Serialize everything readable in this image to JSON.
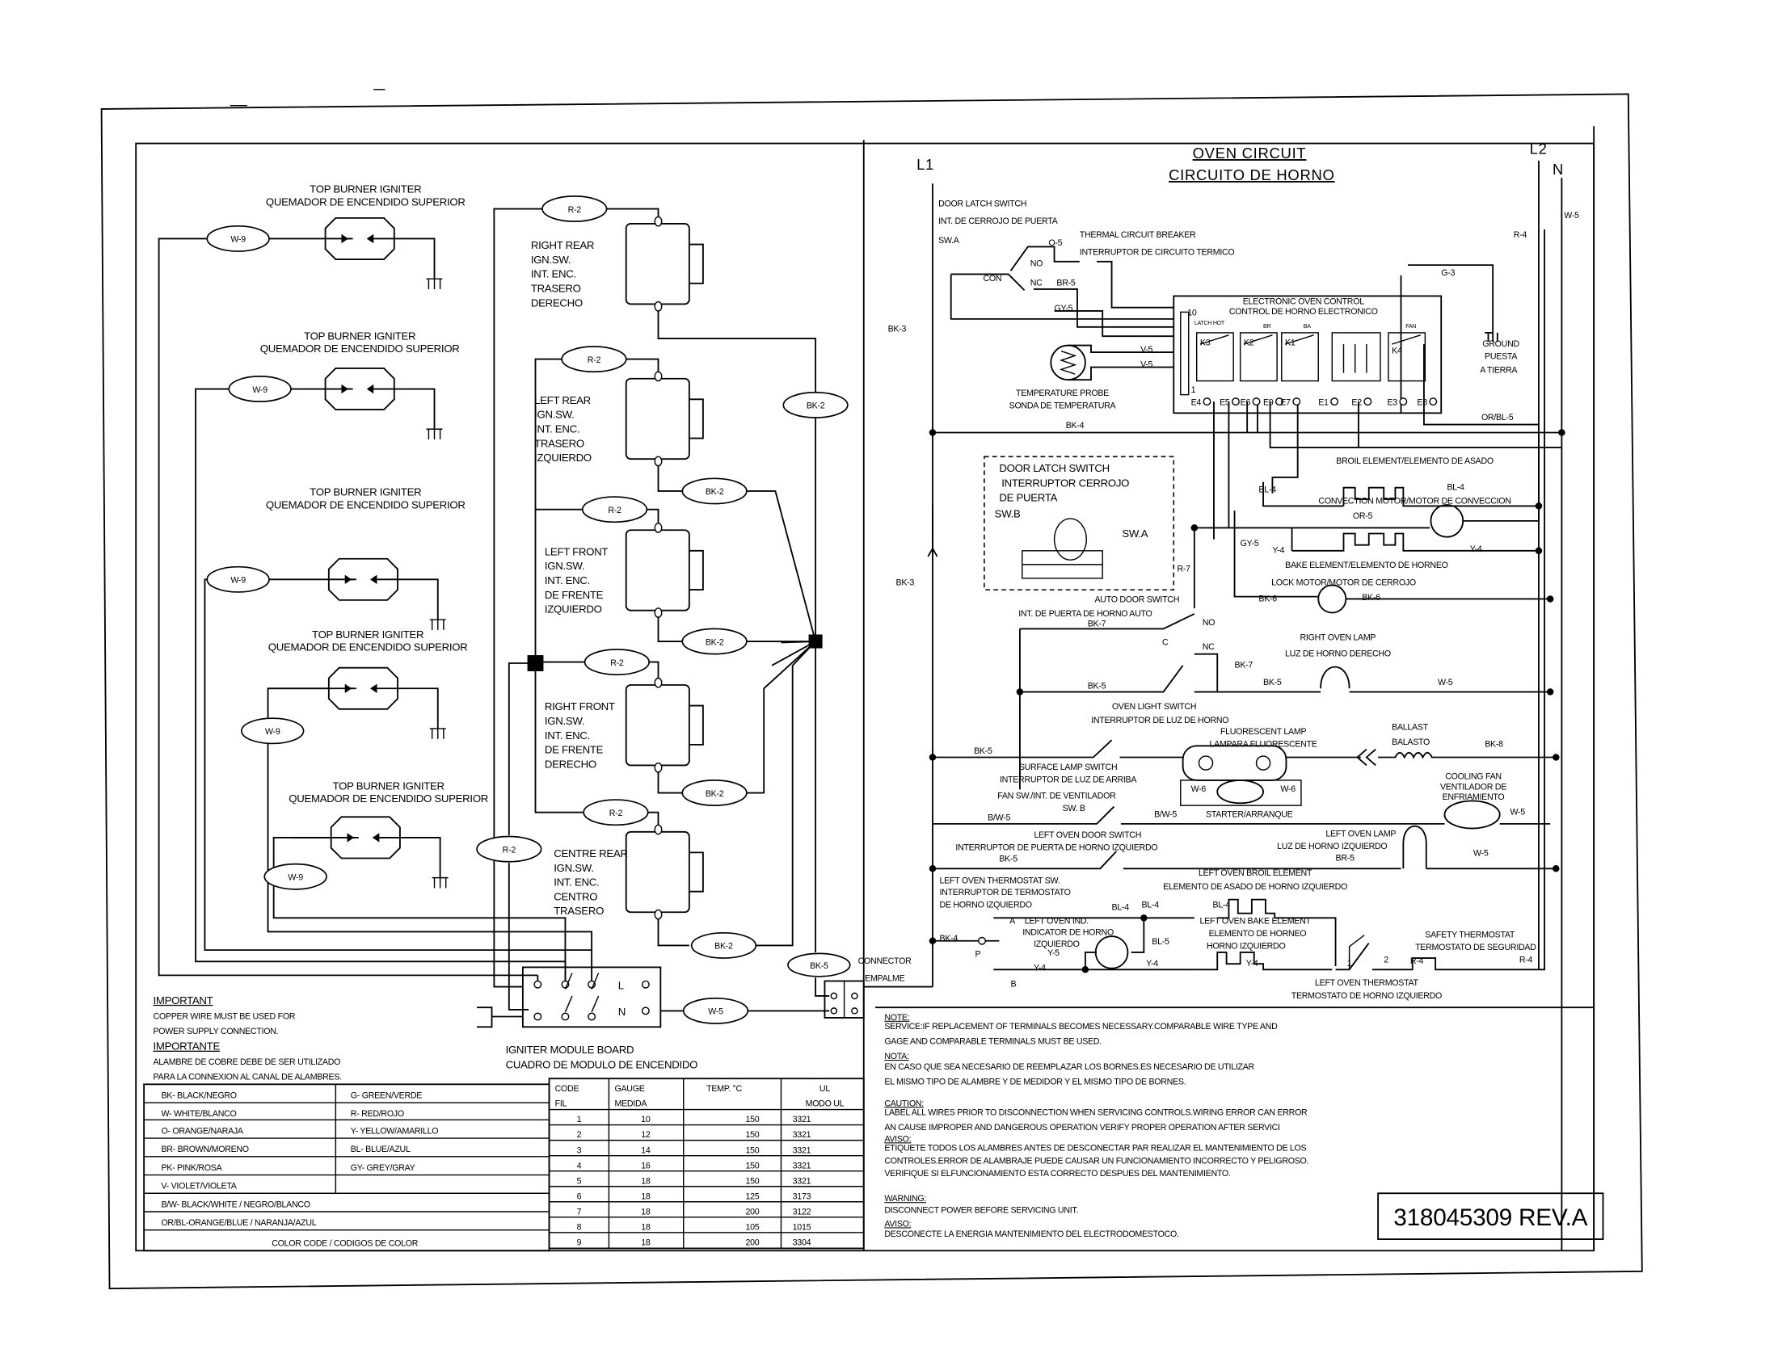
{
  "left": {
    "igniters": [
      {
        "title": "TOP BURNER IGNITER",
        "subtitle": "QUEMADOR DE ENCENDIDO SUPERIOR",
        "wire": "W-9"
      },
      {
        "title": "TOP BURNER IGNITER",
        "subtitle": "QUEMADOR DE ENCENDIDO SUPERIOR",
        "wire": "W-9"
      },
      {
        "title": "TOP BURNER IGNITER",
        "subtitle": "QUEMADOR DE ENCENDIDO SUPERIOR",
        "wire": "W-9"
      },
      {
        "title": "TOP BURNER IGNITER",
        "subtitle": "QUEMADOR DE ENCENDIDO SUPERIOR",
        "wire": "W-9"
      },
      {
        "title": "TOP BURNER IGNITER",
        "subtitle": "QUEMADOR DE ENCENDIDO SUPERIOR",
        "wire": "W-9"
      }
    ],
    "switches": [
      {
        "lines": [
          "RIGHT REAR",
          "IGN.SW.",
          "INT. ENC.",
          "TRASERO",
          "DERECHO"
        ],
        "wire_in": "R-2",
        "wire_out": "BK-2"
      },
      {
        "lines": [
          "LEFT REAR",
          "IGN.SW.",
          "INT. ENC.",
          "TRASERO",
          "IZQUIERDO"
        ],
        "wire_in": "R-2",
        "wire_out": "BK-2"
      },
      {
        "lines": [
          "LEFT FRONT",
          "IGN.SW.",
          "INT. ENC.",
          "DE FRENTE",
          "IZQUIERDO"
        ],
        "wire_in": "R-2",
        "wire_out": "BK-2"
      },
      {
        "lines": [
          "RIGHT FRONT",
          "IGN.SW.",
          "INT. ENC.",
          "DE FRENTE",
          "DERECHO"
        ],
        "wire_in": "R-2",
        "wire_out": "BK-2"
      },
      {
        "lines": [
          "CENTRE REAR",
          "IGN.SW.",
          "INT. ENC.",
          "CENTRO",
          "TRASERO"
        ],
        "wire_in": "R-2",
        "wire_out": "BK-2"
      }
    ],
    "feed_wire": "R-2",
    "module": {
      "title": "IGNITER MODULE BOARD",
      "subtitle": "CUADRO DE MODULO DE ENCENDIDO",
      "l": "L",
      "n": "N",
      "wire": "W-5"
    },
    "connector": {
      "wire": "BK-5",
      "label": "CONNECTOR",
      "label_es": "EMPALME"
    }
  },
  "important": {
    "title": "IMPORTANT",
    "line1": "COPPER WIRE MUST BE USED FOR",
    "line2": "POWER SUPPLY CONNECTION.",
    "title_es": "IMPORTANTE",
    "line1_es": "ALAMBRE DE COBRE DEBE DE SER UTILIZADO",
    "line2_es": "PARA LA CONNEXION AL CANAL DE ALAMBRES."
  },
  "color_code": {
    "pairs": [
      [
        "BK- BLACK/NEGRO",
        "G-  GREEN/VERDE"
      ],
      [
        "W- WHITE/BLANCO",
        "R- RED/ROJO"
      ],
      [
        "O- ORANGE/NARAJA",
        "Y- YELLOW/AMARILLO"
      ],
      [
        "BR- BROWN/MORENO",
        "BL- BLUE/AZUL"
      ],
      [
        "PK- PINK/ROSA",
        "GY- GREY/GRAY"
      ],
      [
        "V- VIOLET/VIOLETA",
        ""
      ]
    ],
    "wide": [
      "B/W- BLACK/WHITE / NEGRO/BLANCO",
      "OR/BL-ORANGE/BLUE / NARANJA/AZUL"
    ],
    "footer": "COLOR CODE / CODIGOS DE COLOR"
  },
  "gauge_table": {
    "headers": [
      [
        "CODE",
        "FIL"
      ],
      [
        "GAUGE",
        "MEDIDA"
      ],
      [
        "TEMP. °C",
        ""
      ],
      [
        "UL",
        "MODO UL"
      ]
    ],
    "rows": [
      [
        "1",
        "10",
        "150",
        "3321"
      ],
      [
        "2",
        "12",
        "150",
        "3321"
      ],
      [
        "3",
        "14",
        "150",
        "3321"
      ],
      [
        "4",
        "16",
        "150",
        "3321"
      ],
      [
        "5",
        "18",
        "150",
        "3321"
      ],
      [
        "6",
        "18",
        "125",
        "3173"
      ],
      [
        "7",
        "18",
        "200",
        "3122"
      ],
      [
        "8",
        "18",
        "105",
        "1015"
      ],
      [
        "9",
        "18",
        "200",
        "3304"
      ]
    ]
  },
  "oven": {
    "title": "OVEN CIRCUIT",
    "title_es": "CIRCUITO DE HORNO",
    "l1": "L1",
    "l2": "L2",
    "n": "N",
    "door_latch": "DOOR LATCH SWITCH",
    "door_latch_es": "INT. DE CERROJO DE PUERTA",
    "sw_a": "SW.A",
    "tcb": "THERMAL CIRCUIT BREAKER",
    "tcb_es": "INTERRUPTOR DE CIRCUITO TERMICO",
    "o5": "O-5",
    "no": "NO",
    "con": "CON",
    "nc": "NC",
    "br5": "BR-5",
    "gy5": "GY-5",
    "eoc": "ELECTRONIC OVEN CONTROL",
    "eoc_es": "CONTROL DE HORNO ELECTRONICO",
    "latch_hot": "LATCH HOT",
    "pin10": "10",
    "pin1": "1",
    "br": "BR",
    "ba": "BA",
    "fan": "FAN",
    "k3": "K3",
    "k2": "K2",
    "k1": "K1",
    "k4": "K4",
    "v5a": "V-5",
    "v5b": "V-5",
    "probe": "TEMPERATURE PROBE",
    "probe_es": "SONDA DE TEMPERATURA",
    "terminals": [
      "E4",
      "E5",
      "E6",
      "E9",
      "E7",
      "E1",
      "E2",
      "E3",
      "E8"
    ],
    "bk3a": "BK-3",
    "bk3b": "BK-3",
    "bk4": "BK-4",
    "orbl5": "OR/BL-5",
    "w5top": "W-5",
    "r4top": "R-4",
    "g3": "G-3",
    "ground": "GROUND",
    "ground_es1": "PUESTA",
    "ground_es2": "A TIERRA",
    "dl_box1": "DOOR LATCH SWITCH",
    "dl_box2": "INTERRUPTOR CERROJO",
    "dl_box3": "DE PUERTA",
    "dl_swb": "SW.B",
    "dl_swa": "SW.A",
    "broil": "BROIL ELEMENT/ELEMENTO DE ASADO",
    "bl4a": "BL-4",
    "bl4b": "BL-4",
    "conv": "CONVECTION MOTOR/MOTOR DE CONVECCION",
    "or5": "OR-5",
    "gy5b": "GY-5",
    "y4a": "Y-4",
    "y4b": "Y-4",
    "bake": "BAKE ELEMENT/ELEMENTO DE HORNEO",
    "lock": "LOCK MOTOR/MOTOR DE CERROJO",
    "bk6a": "BK-6",
    "bk6b": "BK-6",
    "r7": "R-7",
    "auto_door": "AUTO DOOR SWITCH",
    "auto_door_es": "INT. DE PUERTA DE HORNO AUTO",
    "bk7a": "BK-7",
    "c": "C",
    "no2": "NO",
    "nc2": "NC",
    "bk7b": "BK-7",
    "right_lamp": "RIGHT OVEN LAMP",
    "right_lamp_es": "LUZ DE HORNO DERECHO",
    "bk5a": "BK-5",
    "bk5b": "BK-5",
    "w5a": "W-5",
    "light_sw": "OVEN LIGHT SWITCH",
    "light_sw_es": "INTERRUPTOR DE LUZ DE HORNO",
    "fluor": "FLUORESCENT LAMP",
    "fluor_es": "LAMPARA FLUORESCENTE",
    "ballast": "BALLAST",
    "ballast_es": "BALASTO",
    "bk8": "BK-8",
    "bk5c": "BK-5",
    "surface_sw": "SURFACE LAMP SWITCH",
    "surface_sw_es": "INTERRUPTOR DE LUZ DE ARRIBA",
    "fan_sw": "FAN SW./INT. DE VENTILADOR",
    "sw_b": "SW. B",
    "bw5a": "B/W-5",
    "bw5b": "B/W-5",
    "starter": "STARTER/ARRANQUE",
    "w6a": "W-6",
    "w6b": "W-6",
    "cool1": "COOLING FAN",
    "cool2": "VENTILADOR DE",
    "cool3": "ENFRIAMIENTO",
    "w5b": "W-5",
    "lo_door": "LEFT OVEN DOOR SWITCH",
    "lo_door_es": "INTERRUPTOR DE PUERTA DE HORNO IZQUIERDO",
    "bk5d": "BK-5",
    "lo_lamp": "LEFT OVEN LAMP",
    "lo_lamp_es": "LUZ DE HORNO IZQUIERDO",
    "br5b": "BR-5",
    "w5c": "W-5",
    "lo_tsw1": "LEFT OVEN THERMOSTAT SW.",
    "lo_tsw2": "INTERRUPTOR DE TERMOSTATO",
    "lo_tsw3": "DE HORNO IZQUIERDO",
    "lo_broil": "LEFT OVEN BROIL ELEMENT",
    "lo_broil_es": "ELEMENTO DE ASADO DE HORNO IZQUIERDO",
    "bl4c": "BL-4",
    "bl4d": "BL-4",
    "bl4e": "BL-4",
    "bl5": "BL-5",
    "lo_ind1": "LEFT OVEN IND.",
    "lo_ind2": "INDICATOR DE HORNO",
    "lo_ind3": "IZQUIERDO",
    "y5": "Y-5",
    "y4c": "Y-4",
    "y4d": "Y-4",
    "y4e": "Y-4",
    "bk4b": "BK-4",
    "p": "P",
    "a": "A",
    "b": "B",
    "lo_bake1": "LEFT OVEN BAKE ELEMENT",
    "lo_bake2": "ELEMENTO DE HORNEO",
    "lo_bake3": "HORNO IZQUIERDO",
    "safety": "SAFETY THERMOSTAT",
    "safety_es": "TERMOSTATO DE SEGURIDAD",
    "r4a": "R-4",
    "r4b": "R-4",
    "one": "1",
    "two": "2",
    "lo_thermo": "LEFT OVEN THERMOSTAT",
    "lo_thermo_es": "TERMOSTATO DE HORNO IZQUIERDO"
  },
  "notes": {
    "note_h": "NOTE:",
    "note1": "SERVICE:IF REPLACEMENT OF TERMINALS BECOMES NECESSARY.COMPARABLE WIRE TYPE AND",
    "note2": "GAGE AND COMPARABLE TERMINALS MUST BE USED.",
    "nota_h": "NOTA:",
    "nota1": "EN CASO QUE SEA NECESARIO DE REEMPLAZAR LOS BORNES.ES NECESARIO DE UTILIZAR",
    "nota2": "EL MISMO TIPO DE ALAMBRE Y DE MEDIDOR Y EL MISMO TIPO DE BORNES.",
    "caution_h": "CAUTION:",
    "caution1": "LABEL ALL WIRES PRIOR TO DISCONNECTION WHEN SERVICING CONTROLS.WIRING ERROR CAN ERROR",
    "caution2": "AN CAUSE IMPROPER AND DANGEROUS OPERATION VERIFY PROPER OPERATION AFTER SERVICI",
    "aviso_h": "AVISO:",
    "aviso1": "ETIQUETE TODOS LOS ALAMBRES ANTES DE DESCONECTAR PAR REALIZAR EL MANTENIMIENTO DE LOS",
    "aviso2": "CONTROLES.ERROR DE ALAMBRAJE PUEDE CAUSAR UN FUNCIONAMIENTO INCORRECTO Y PELIGROSO.",
    "aviso3": "VERIFIQUE SI ELFUNCIONAMIENTO ESTA CORRECTO DESPUES DEL MANTENIMIENTO.",
    "warning_h": "WARNING:",
    "warning1": "DISCONNECT POWER BEFORE SERVICING UNIT.",
    "aviso2_h": "AVISO:",
    "aviso2_1": "DESCONECTE LA ENERGIA MANTENIMIENTO DEL ELECTRODOMESTOCO."
  },
  "part_number": "318045309 REV.A"
}
